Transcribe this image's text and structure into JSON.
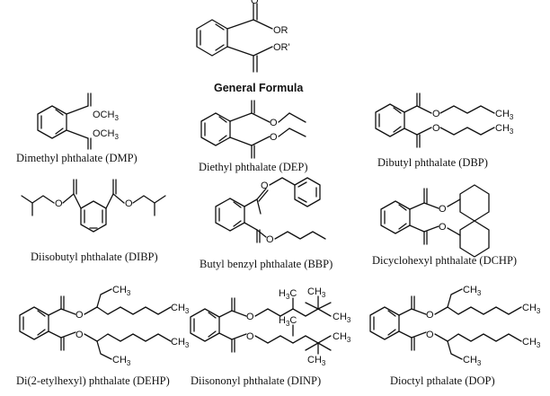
{
  "general": {
    "title": "General Formula",
    "r1": "OR",
    "r2": "OR'"
  },
  "compounds": [
    {
      "name": "Dimethyl phthalate (DMP)",
      "top": "OCH",
      "bottom": "OCH",
      "sub": "3"
    },
    {
      "name": "Diethyl phthalate (DEP)"
    },
    {
      "name": "Dibutyl phthalate (DBP)",
      "ch3": "CH",
      "sub": "3"
    },
    {
      "name": "Diisobutyl phthalate (DIBP)"
    },
    {
      "name": "Butyl benzyl phthalate (BBP)"
    },
    {
      "name": "Dicyclohexyl phthalate (DCHP)"
    },
    {
      "name": "Di(2-etylhexyl) phthalate (DEHP)",
      "ch3": "CH",
      "sub": "3"
    },
    {
      "name": "Diisononyl phthalate (DINP)",
      "h3c": "H",
      "c": "C",
      "ch3": "CH",
      "sub": "3"
    },
    {
      "name": "Dioctyl pthalate (DOP)",
      "ch3": "CH",
      "sub": "3"
    }
  ],
  "atom_o": "O"
}
